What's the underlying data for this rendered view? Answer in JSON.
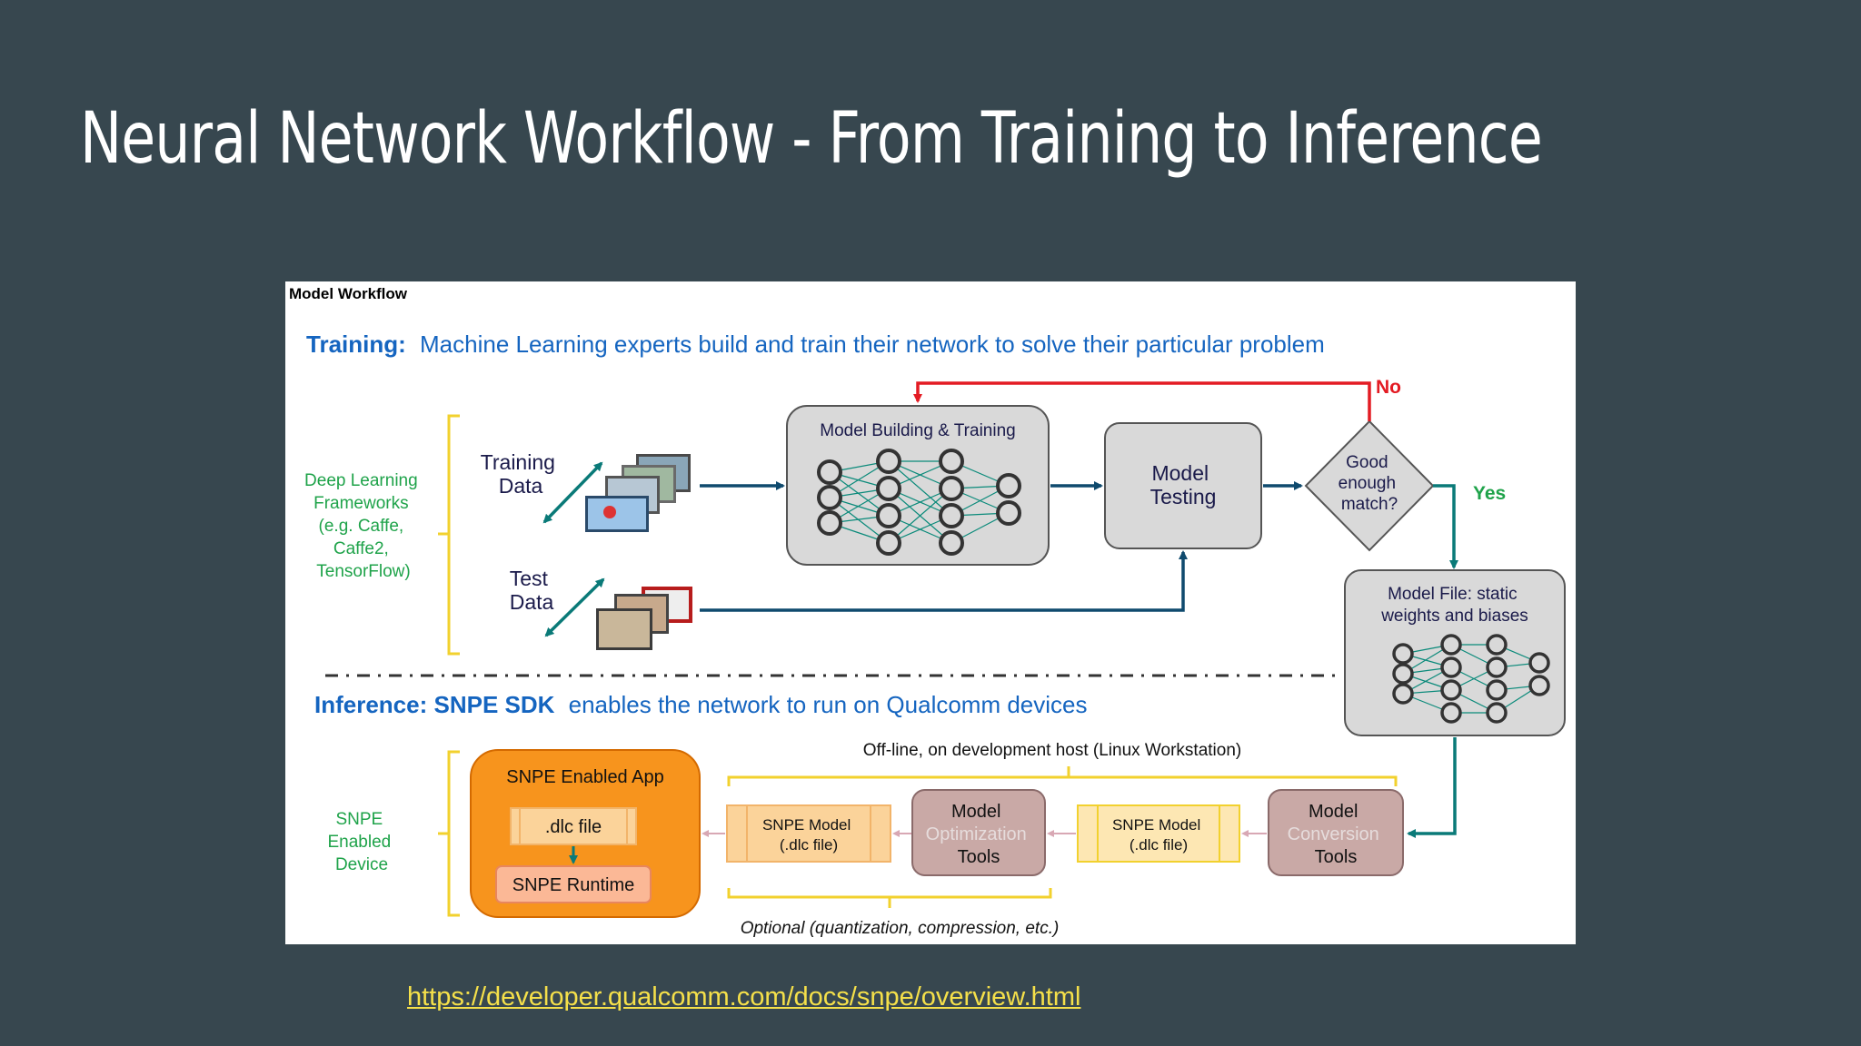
{
  "slide": {
    "title": "Neural Network Workflow - From Training to Inference",
    "link": "https://developer.qualcomm.com/docs/snpe/overview.html"
  },
  "figure": {
    "header": "Model Workflow",
    "training_heading": "Training:",
    "training_desc": "Machine Learning experts build and train their network to solve their particular problem",
    "frameworks": [
      "Deep Learning",
      "Frameworks",
      "(e.g. Caffe,",
      "Caffe2,",
      "TensorFlow)"
    ],
    "training_data": [
      "Training",
      "Data"
    ],
    "test_data": [
      "Test",
      "Data"
    ],
    "model_building": "Model Building  & Training",
    "model_testing": [
      "Model",
      "Testing"
    ],
    "decision": [
      "Good",
      "enough",
      "match?"
    ],
    "no_label": "No",
    "yes_label": "Yes",
    "model_file": [
      "Model File: static",
      "weights and biases"
    ],
    "inference_heading": "Inference: SNPE SDK",
    "inference_desc": "enables the network to run on Qualcomm devices",
    "offline_label": "Off-line, on development host (Linux Workstation)",
    "snpe_device": [
      "SNPE",
      "Enabled",
      "Device"
    ],
    "snpe_app": "SNPE Enabled App",
    "dlc_file": ".dlc file",
    "snpe_runtime": "SNPE Runtime",
    "snpe_model_1": [
      "SNPE Model",
      "(.dlc file)"
    ],
    "model_optimization": [
      "Model",
      "Optimization",
      "Tools"
    ],
    "snpe_model_2": [
      "SNPE Model",
      "(.dlc file)"
    ],
    "model_conversion": [
      "Model",
      "Conversion",
      "Tools"
    ],
    "optional_label": "Optional (quantization, compression, etc.)"
  },
  "colors": {
    "background": "#37474f",
    "heading_blue": "#1565c0",
    "framework_green": "#1fa34a",
    "teal_arrow": "#0a7a78",
    "red_arrow": "#e31b23",
    "bracket_yellow": "#f2d12e",
    "app_orange": "#f7941d",
    "tool_mauve": "#c9a9a6",
    "link_yellow": "#f5e04a"
  }
}
